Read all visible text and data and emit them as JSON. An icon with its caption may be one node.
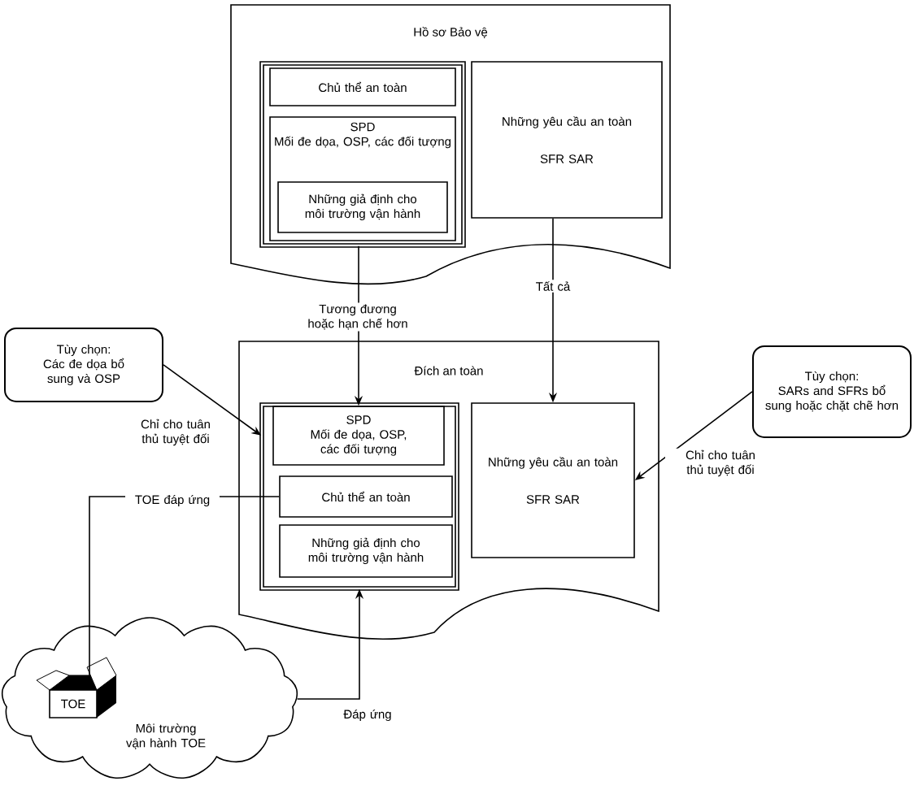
{
  "diagram": {
    "nodes": [
      {
        "text": [
          "Hồ sơ Bảo vệ"
        ]
      },
      {
        "text": [],
        "shape": "box",
        "in": 0
      },
      {
        "text": [
          "Chủ thể an toàn"
        ],
        "in": 1
      },
      {
        "text": [
          "SPD",
          "Mối đe dọa, OSP, các đối tượng"
        ],
        "in": 1
      },
      {
        "text": [
          "Những giả định cho môi trường vận hành"
        ],
        "in": 3
      },
      {
        "text": [
          "Những yêu cầu an toàn",
          "SFR SAR"
        ],
        "in": 0
      },
      {
        "text": [
          "Đích an toàn"
        ]
      },
      {
        "text": [],
        "shape": "box",
        "in": 6
      },
      {
        "text": [
          "SPD",
          "Mối đe dọa, OSP, các đối tượng"
        ],
        "in": 7
      },
      {
        "text": [
          "Chủ thể an toàn"
        ],
        "in": 7
      },
      {
        "text": [
          "Những giả định cho môi trường vận hành"
        ],
        "in": 7
      },
      {
        "text": [
          "Những yêu cầu an toàn",
          "SFR SAR"
        ],
        "in": 6
      },
      {
        "text": [
          "Tùy chọn:",
          "Các đe dọa bổ sung và OSP"
        ]
      },
      {
        "text": [
          "Tùy chọn:",
          "SARs and SFRs bổ sung hoặc chặt chẽ hơn"
        ]
      },
      {
        "text": [
          "Môi trường vận hành TOE"
        ]
      },
      {
        "text": [
          "TOE"
        ],
        "in": 14
      }
    ],
    "edges": [
      {
        "from": 1,
        "to": 8,
        "arrow": "to",
        "label": "Tương đương hoặc hạn chế hơn"
      },
      {
        "from": 5,
        "to": 11,
        "arrow": "to",
        "label": "Tất cả"
      },
      {
        "from": 12,
        "to": 7,
        "arrow": "to",
        "label": "Chỉ cho tuân thủ tuyệt đối"
      },
      {
        "from": 13,
        "to": 11,
        "arrow": "to",
        "label": "Chỉ cho tuân thủ tuyệt đối"
      },
      {
        "from": 9,
        "to": 15,
        "arrow": "none",
        "label": "TOE đáp ứng"
      },
      {
        "from": 14,
        "to": 7,
        "arrow": "to",
        "label": "Đáp ứng"
      }
    ]
  }
}
